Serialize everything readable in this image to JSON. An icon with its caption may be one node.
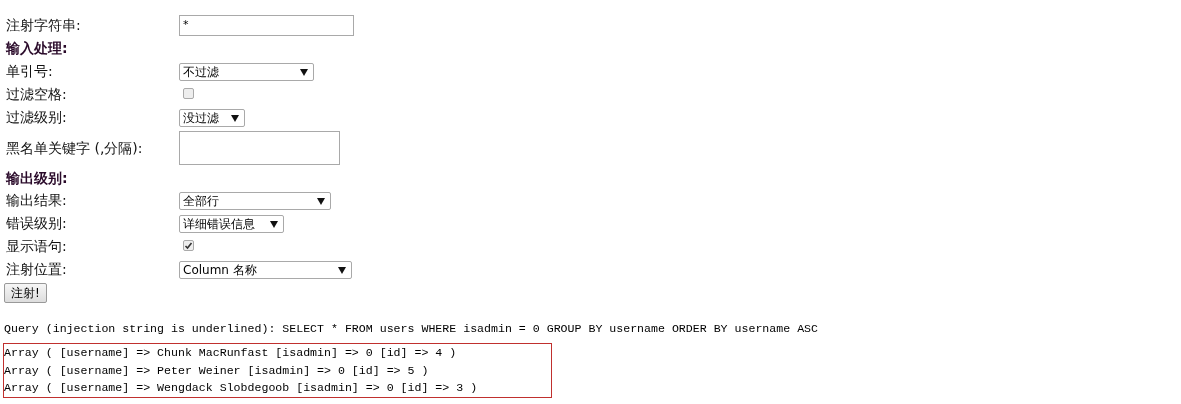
{
  "diagram": {
    "nodes": [
      {
        "text": [
          "Array ( [username] => Chunk MacRunfast [isadmin] => 0 [id] => 4 )",
          "Array ( [username] => Peter Weiner [isadmin] => 0 [id] => 5 )",
          "Array ( [username] => Wengdack Slobdegoob [isadmin] => 0 [id] => 3 )"
        ]
      }
    ],
    "labels": [
      "注射字符串:",
      "*",
      "输入处理:",
      "单引号:",
      "不过滤",
      "过滤空格:",
      "过滤级别:",
      "没过滤",
      "黑名单关键字 (,分隔):",
      "输出级别:",
      "输出结果:",
      "全部行",
      "错误级别:",
      "详细错误信息",
      "显示语句:",
      "注射位置:",
      "Column 名称",
      "注射!",
      "Query (injection string is underlined): SELECT * FROM users WHERE isadmin = 0 GROUP BY username ORDER BY username ASC"
    ]
  }
}
